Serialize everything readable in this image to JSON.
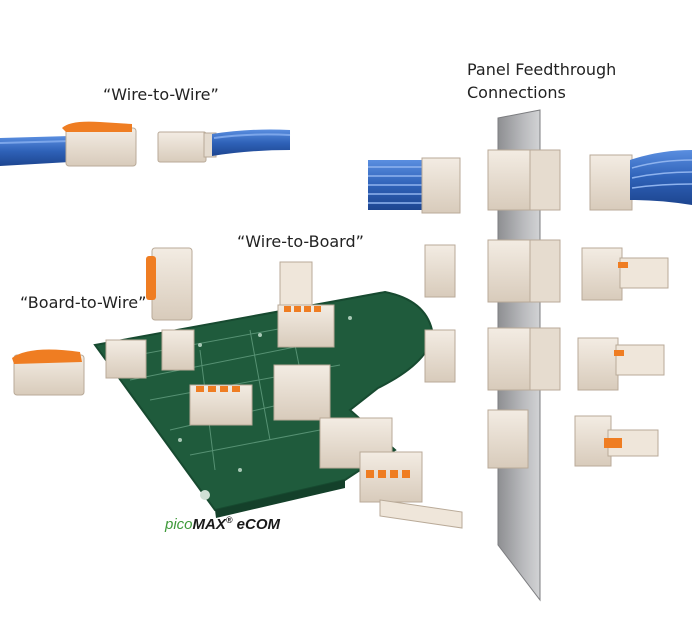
{
  "labels": {
    "wire_to_wire": "“Wire-to-Wire”",
    "wire_to_board": "“Wire-to-Board”",
    "board_to_wire": "“Board-to-Wire”",
    "panel_line1": "Panel Feedthrough",
    "panel_line2": "Connections"
  },
  "brand": {
    "part1": "pico",
    "part2": "MAX",
    "reg": "®",
    "part3": " eCOM"
  },
  "colors": {
    "pcb_green": "#1f5b3c",
    "connector_beige": "#e8ddd0",
    "lever_orange": "#ef7d22",
    "cable_blue": "#3a6fc4",
    "panel_grey": "#a9a9ab",
    "brand_green": "#3f9a3a"
  }
}
